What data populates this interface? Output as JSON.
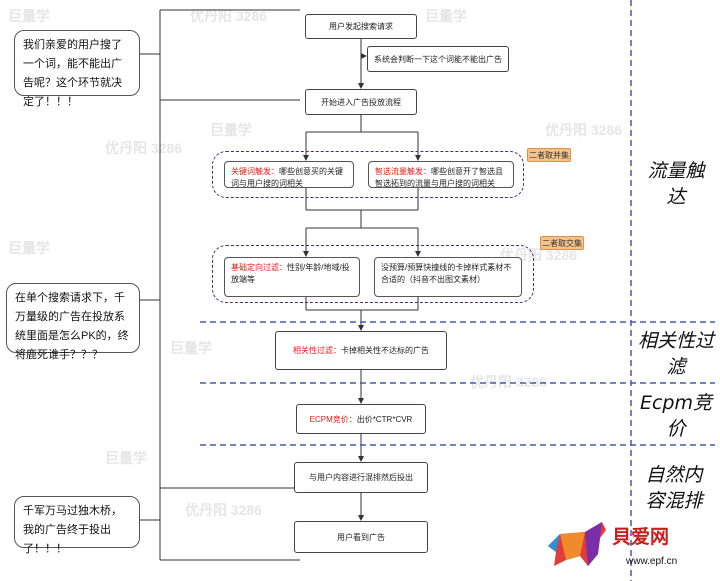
{
  "watermark": "优丹阳 3286",
  "steps": {
    "search": "用户发起搜索请求",
    "system_check": "系统会判断一下这个词能不能出广告",
    "start": "开始进入广告投放流程",
    "relevance_label": "相关性过滤：",
    "relevance_text": "卡掉相关性不达标的广告",
    "ecpm_label": "ECPM竞价：",
    "ecpm_text": "出价*CTR*CVR",
    "mix": "与用户内容进行混排然后投出",
    "user_sees": "用户看到广告"
  },
  "group1": {
    "tag": "二者取并集",
    "left_label": "关键词触发：",
    "left_text": "哪些创意买的关键词与用户搜的词相关",
    "right_label": "智选流量触发：",
    "right_text": "哪些创意开了智选且智选拓到的流量与用户搜的词相关"
  },
  "group2": {
    "tag": "二者取交集",
    "left_label": "基础定向过滤：",
    "left_text": "性别/年龄/地域/投放端等",
    "right_text": "没预算/预算快撞线的卡掉样式素材不合适的（抖音不出图文素材）"
  },
  "notes": {
    "top": "我们亲爱的用户搜了一个词，能不能出广告呢？这个环节就决定了！！！",
    "middle": "在单个搜索请求下，千万量级的广告在投放系统里面是怎么PK的，终将鹿死谁手？？？",
    "bottom": "千军万马过独木桥，我的广告终于投出了！！！"
  },
  "sections": {
    "traffic": "流量触达",
    "relevance": "相关性过滤",
    "ecpm": "Ecpm竞价",
    "mix": "自然内容混排"
  },
  "brand": {
    "logo": "巨量学",
    "corner_text": "貝爱网",
    "url": "www.epf.cn"
  }
}
